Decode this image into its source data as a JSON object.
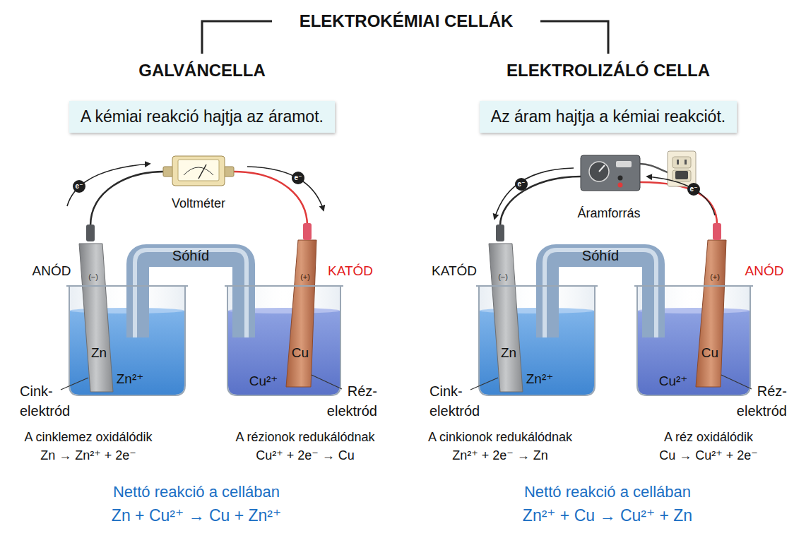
{
  "diagram": {
    "title": "ELEKTROKÉMIAI CELLÁK",
    "nodes": [
      {
        "text": [
          "GALVÁNCELLA",
          "A kémiai reakció hajtja az áramot."
        ]
      },
      {
        "text": [
          "ELEKTROLIZÁLÓ CELLA",
          "Az áram hajtja a kémiai reakciót."
        ]
      }
    ],
    "labels": [
      "Voltméter",
      "e⁻",
      "e⁻",
      "Sóhíd",
      "ANÓD",
      "(−)",
      "(+)",
      "KATÓD",
      "Zn",
      "Zn²⁺",
      "Cu",
      "Cu²⁺",
      "Cink- elektród",
      "Réz- elektród",
      "A cinklemez oxidálódik",
      "Zn → Zn²⁺ + 2e⁻",
      "A rézionok redukálódnak",
      "Cu²⁺ + 2e⁻ → Cu",
      "Nettó reakció a cellában",
      "Zn + Cu²⁺ → Cu + Zn²⁺",
      "Áramforrás",
      "e⁻",
      "e⁻",
      "Sóhíd",
      "KATÓD",
      "(−)",
      "(+)",
      "ANÓD",
      "Zn",
      "Zn²⁺",
      "Cu",
      "Cu²⁺",
      "Cink- elektród",
      "Réz- elektród",
      "A cinkionok redukálódnak",
      "Zn²⁺ + 2e⁻ → Zn",
      "A réz oxidálódik",
      "Cu → Cu²⁺ + 2e⁻",
      "Nettó reakció a cellában",
      "Zn²⁺ + Cu → Cu²⁺ + Zn"
    ]
  }
}
